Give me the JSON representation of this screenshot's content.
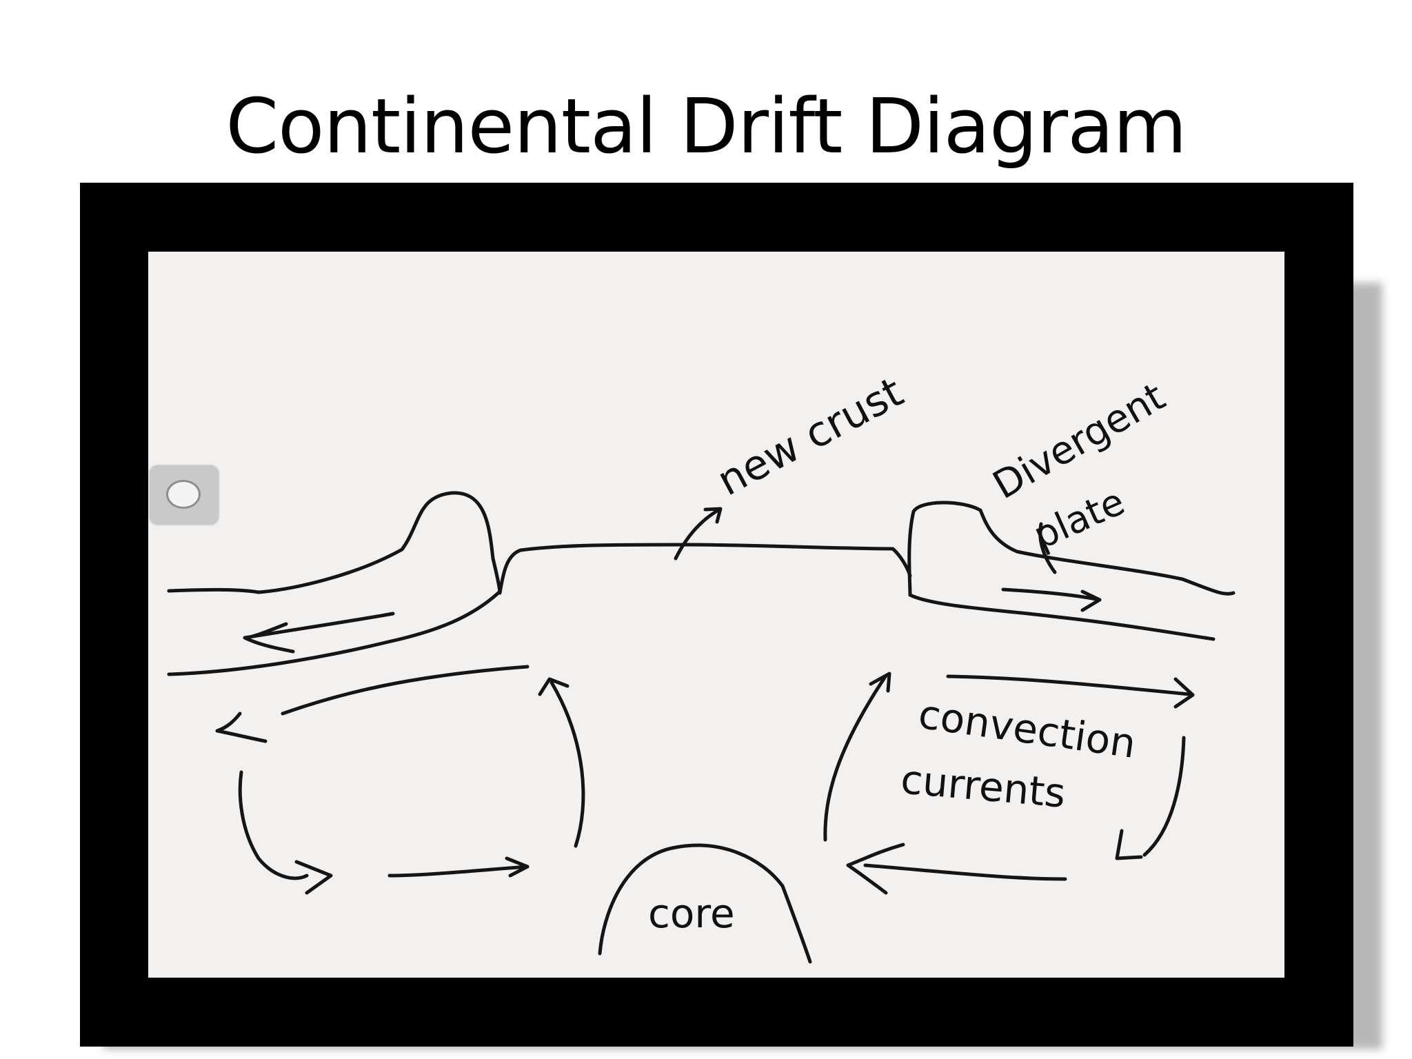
{
  "slide": {
    "title": "Continental Drift Diagram"
  },
  "diagram": {
    "labels": {
      "new_crust": "new crust",
      "divergent": "Divergent",
      "plate": "plate",
      "convection": "convection",
      "currents": "currents",
      "core": "core"
    }
  },
  "colors": {
    "background": "#ffffff",
    "frame": "#000000",
    "screen": "#f3f1f0",
    "ink": "#151515"
  },
  "icons": {
    "side_button": "home-button-icon"
  }
}
